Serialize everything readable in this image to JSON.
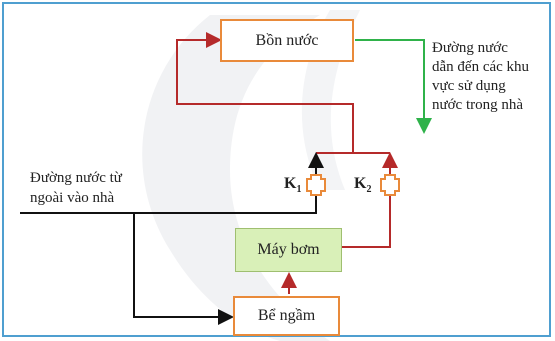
{
  "nodes": {
    "tank": "Bồn nước",
    "pump": "Máy bơm",
    "cistern": "Bể ngầm"
  },
  "labels": {
    "inlet": [
      "Đường nước từ",
      "ngoài vào nhà"
    ],
    "outlet": [
      "Đường nước",
      "dẫn đến các khu",
      "vực sử dụng",
      "nước trong nhà"
    ]
  },
  "valves": {
    "k1": {
      "main": "K",
      "sub": "1"
    },
    "k2": {
      "main": "K",
      "sub": "2"
    }
  },
  "colors": {
    "frame": "#4f9fd0",
    "box_border": "#e98a3a",
    "pump_fill": "#d9f0b8",
    "pump_pipe": "#b52a2a",
    "outlet_pipe": "#2fb24a",
    "inlet_pipe": "#111111"
  }
}
